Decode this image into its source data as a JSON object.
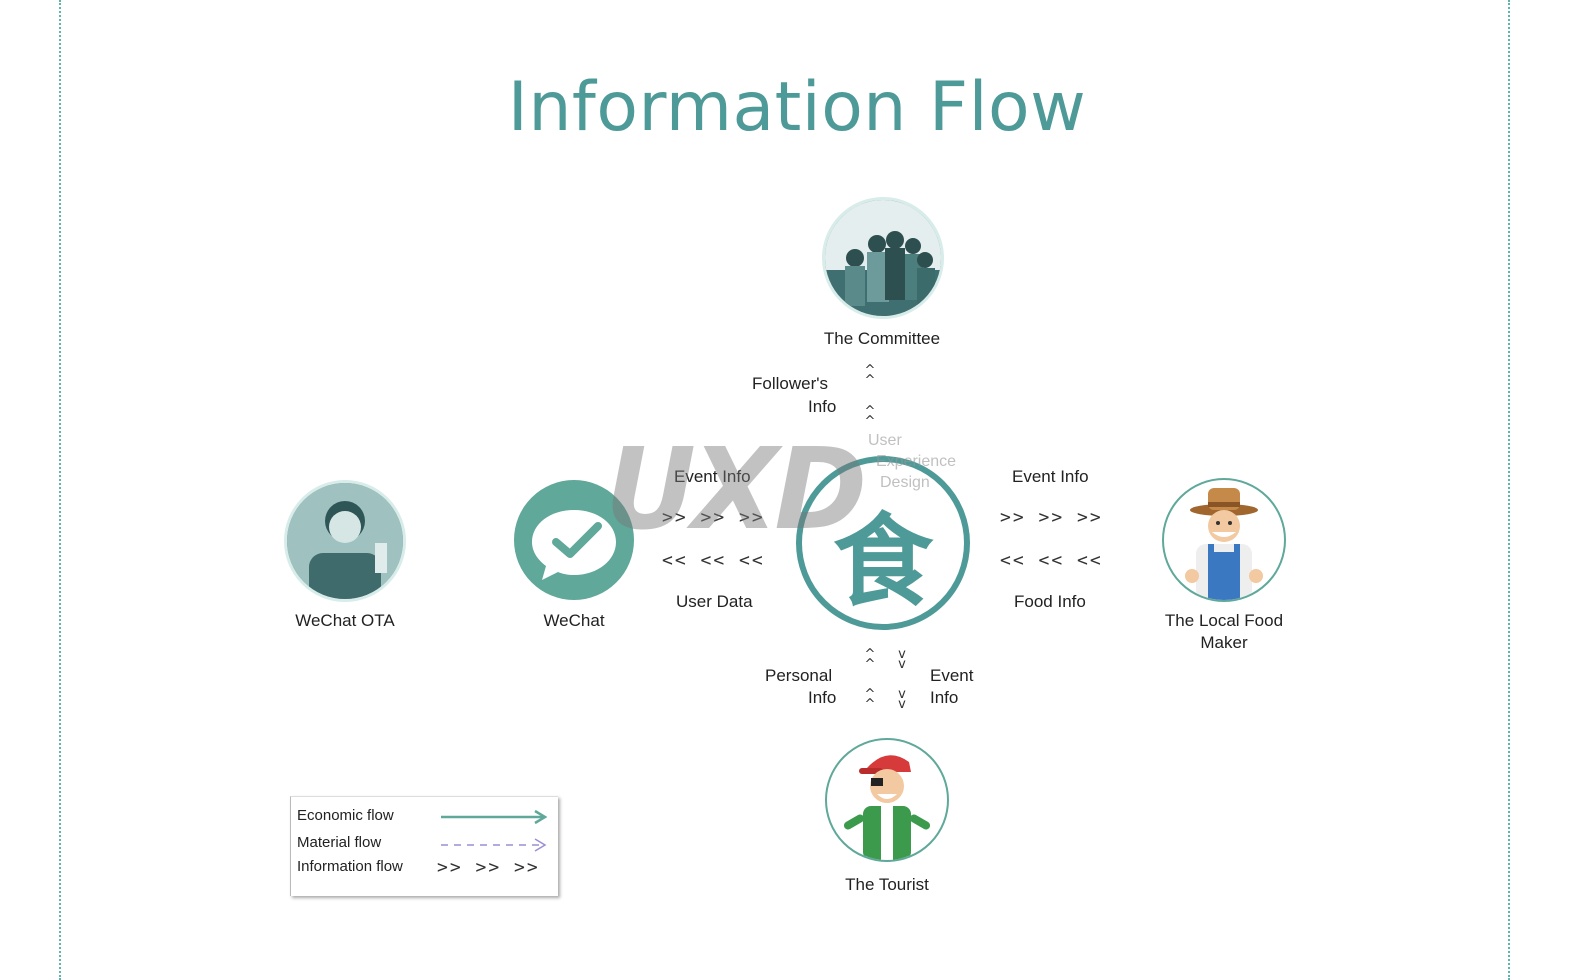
{
  "title": "Information Flow",
  "colors": {
    "accent": "#4e9a98",
    "teal": "#5fa89a",
    "material": "#9a8fd6"
  },
  "nodes": {
    "committee": {
      "label": "The Committee"
    },
    "wechat_ota": {
      "label": "WeChat OTA"
    },
    "wechat": {
      "label": "WeChat"
    },
    "center": {
      "glyph": "食"
    },
    "local_food_maker": {
      "label_line1": "The Local Food",
      "label_line2": "Maker"
    },
    "tourist": {
      "label": "The Tourist"
    }
  },
  "flows": {
    "followers_info": {
      "line1": "Follower's",
      "line2": "Info"
    },
    "event_info_left": "Event Info",
    "user_data": "User Data",
    "event_info_right": "Event Info",
    "food_info": "Food Info",
    "personal_info": {
      "line1": "Personal",
      "line2": "Info"
    },
    "event_info_bottom": {
      "line1": "Event",
      "line2": "Info"
    }
  },
  "chevrons": {
    "right": ">> >> >>",
    "left": "<< << <<",
    "up": "^",
    "down": "v"
  },
  "legend": {
    "economic": "Economic flow",
    "material": "Material flow",
    "information": "Information flow",
    "information_marker": ">> >> >>"
  },
  "watermark": {
    "mark": "UXD",
    "line1": "User",
    "line2": "Experience",
    "line3": "Design"
  }
}
